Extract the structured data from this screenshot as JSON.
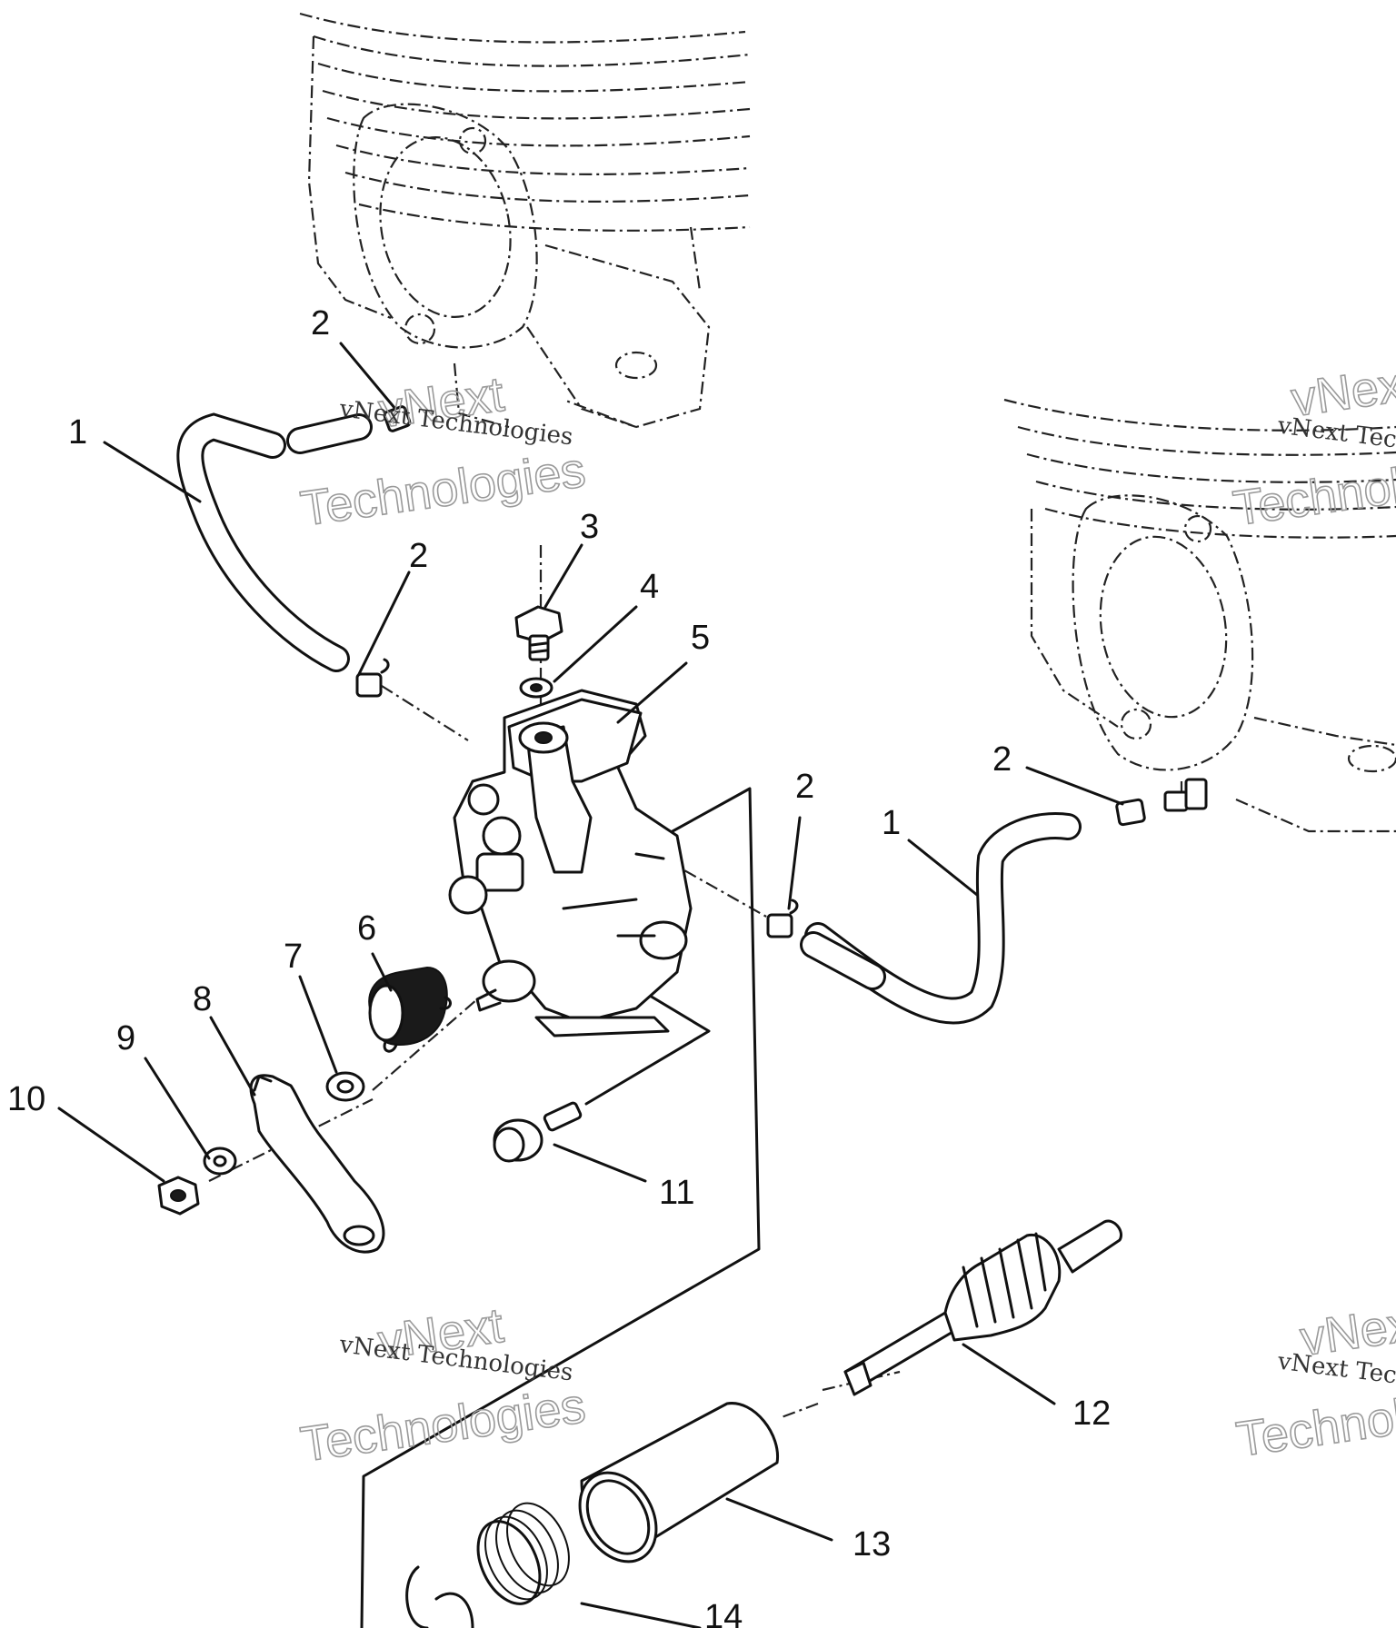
{
  "callouts": [
    {
      "id": "c1a",
      "label": "1"
    },
    {
      "id": "c2a",
      "label": "2"
    },
    {
      "id": "c2b",
      "label": "2"
    },
    {
      "id": "c3",
      "label": "3"
    },
    {
      "id": "c4",
      "label": "4"
    },
    {
      "id": "c5",
      "label": "5"
    },
    {
      "id": "c2c",
      "label": "2"
    },
    {
      "id": "c2d",
      "label": "2"
    },
    {
      "id": "c1b",
      "label": "1"
    },
    {
      "id": "c6",
      "label": "6"
    },
    {
      "id": "c7",
      "label": "7"
    },
    {
      "id": "c8",
      "label": "8"
    },
    {
      "id": "c9",
      "label": "9"
    },
    {
      "id": "c10",
      "label": "10"
    },
    {
      "id": "c11",
      "label": "11"
    },
    {
      "id": "c12",
      "label": "12"
    },
    {
      "id": "c13",
      "label": "13"
    },
    {
      "id": "c14",
      "label": "14"
    }
  ],
  "watermark": {
    "small_text": "vNext Technologies",
    "big_top": "vNext",
    "big_bottom": "Technologies"
  }
}
